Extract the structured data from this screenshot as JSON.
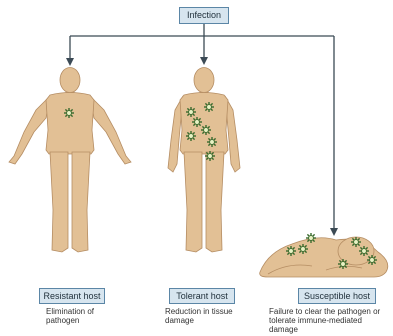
{
  "root": {
    "label": "Infection"
  },
  "outcomes": [
    {
      "label": "Resistant host",
      "description": "Elimination of pathogen"
    },
    {
      "label": "Tolerant host",
      "description": "Reduction in tissue damage"
    },
    {
      "label": "Susceptible host",
      "description": "Failure to clear the pathogen or tolerate immune-mediated damage"
    }
  ],
  "colors": {
    "box_fill": "#d7e5ef",
    "box_border": "#5b86a6",
    "connector": "#3b4a55",
    "body": "#e2c095",
    "pathogen": "#3a6b2e"
  },
  "icons": [
    "pathogen-icon"
  ]
}
